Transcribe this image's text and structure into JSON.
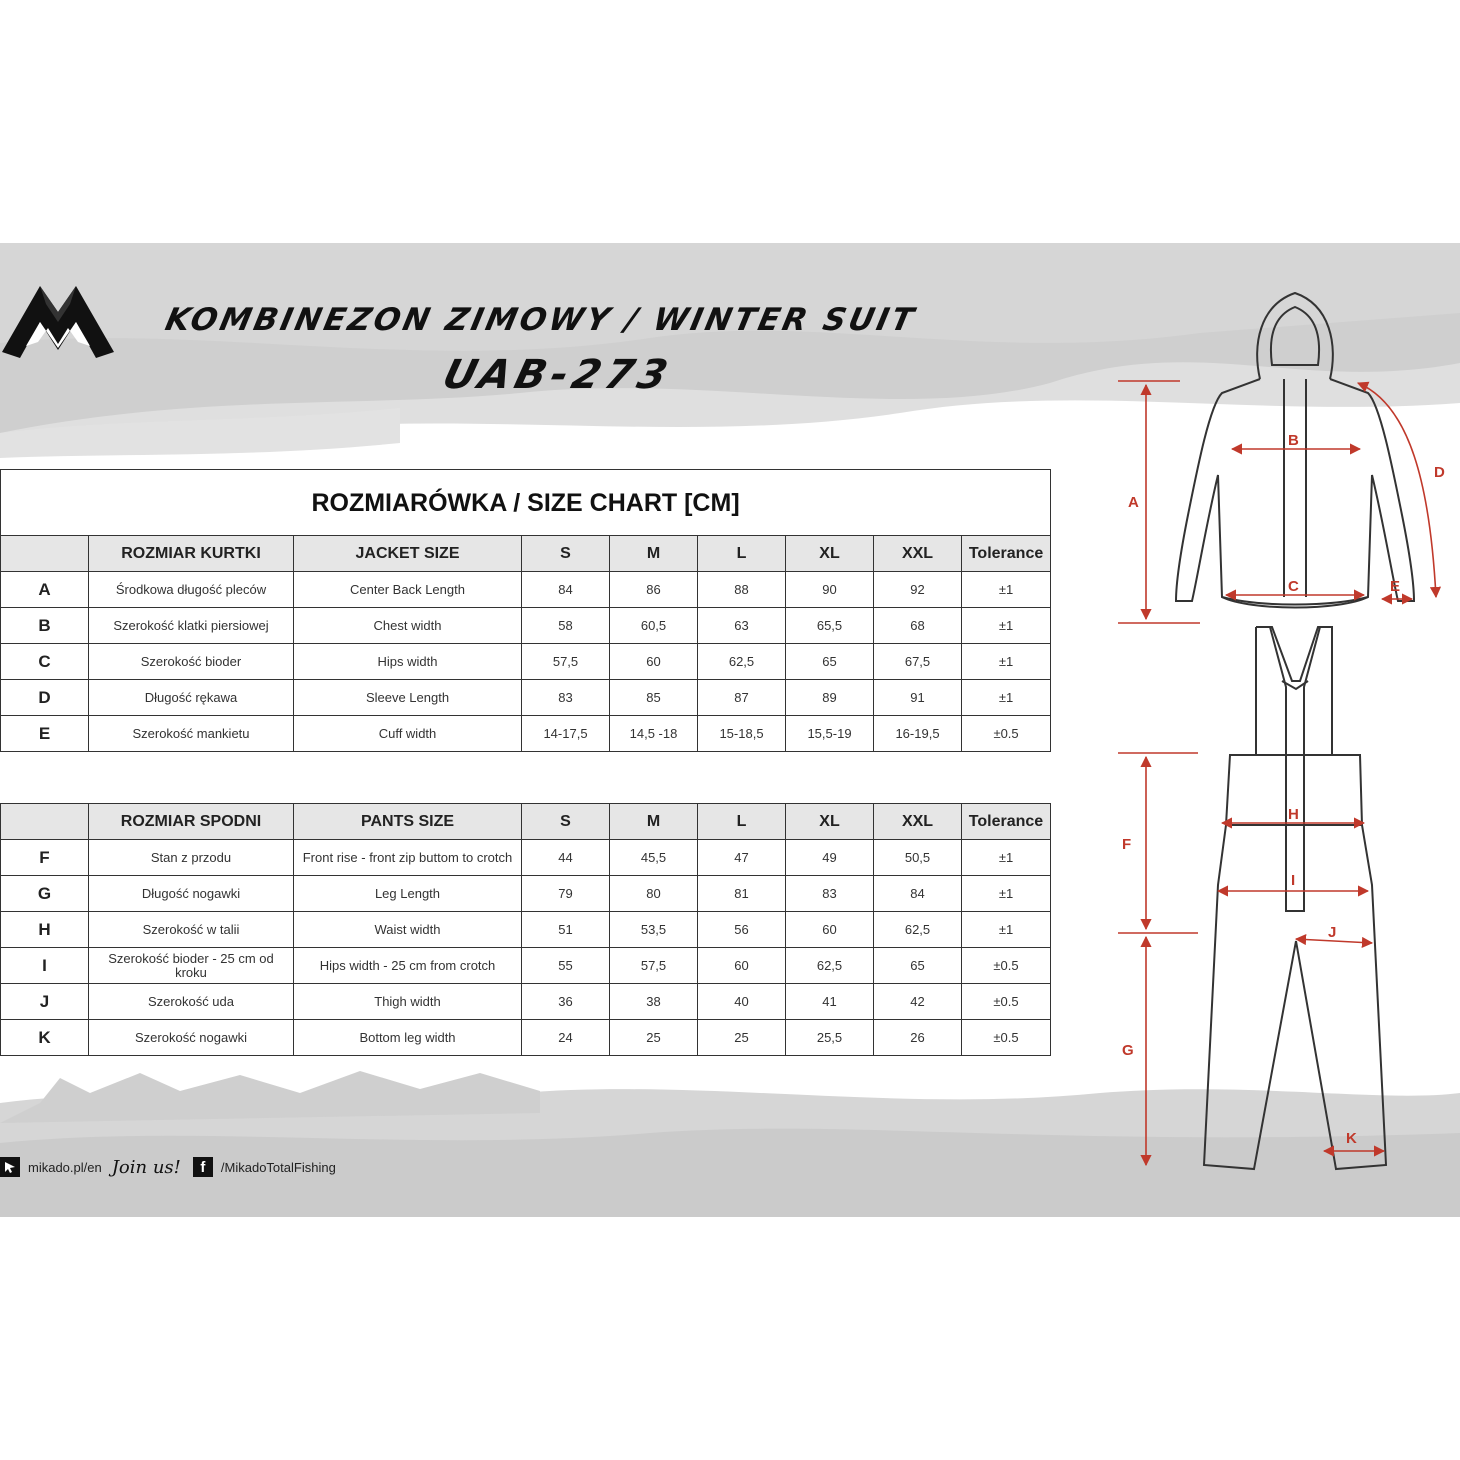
{
  "header": {
    "title": "KOMBINEZON ZIMOWY / WINTER SUIT",
    "model": "UAB-273",
    "logo": "mikado-logo"
  },
  "chart_title": "ROZMIARÓWKA / SIZE CHART [CM]",
  "jacket": {
    "headers": [
      "ROZMIAR KURTKI",
      "JACKET SIZE",
      "S",
      "M",
      "L",
      "XL",
      "XXL",
      "Tolerance"
    ],
    "rows": [
      {
        "letter": "A",
        "pl": "Środkowa długość pleców",
        "en": "Center Back Length",
        "values": [
          "84",
          "86",
          "88",
          "90",
          "92"
        ],
        "tol": "±1"
      },
      {
        "letter": "B",
        "pl": "Szerokość klatki piersiowej",
        "en": "Chest width",
        "values": [
          "58",
          "60,5",
          "63",
          "65,5",
          "68"
        ],
        "tol": "±1"
      },
      {
        "letter": "C",
        "pl": "Szerokość bioder",
        "en": "Hips width",
        "values": [
          "57,5",
          "60",
          "62,5",
          "65",
          "67,5"
        ],
        "tol": "±1"
      },
      {
        "letter": "D",
        "pl": "Długość rękawa",
        "en": "Sleeve Length",
        "values": [
          "83",
          "85",
          "87",
          "89",
          "91"
        ],
        "tol": "±1"
      },
      {
        "letter": "E",
        "pl": "Szerokość mankietu",
        "en": "Cuff width",
        "values": [
          "14-17,5",
          "14,5 -18",
          "15-18,5",
          "15,5-19",
          "16-19,5"
        ],
        "tol": "±0.5"
      }
    ]
  },
  "pants": {
    "headers": [
      "ROZMIAR SPODNI",
      "PANTS SIZE",
      "S",
      "M",
      "L",
      "XL",
      "XXL",
      "Tolerance"
    ],
    "rows": [
      {
        "letter": "F",
        "pl": "Stan z przodu",
        "en": "Front rise - front zip buttom to crotch",
        "values": [
          "44",
          "45,5",
          "47",
          "49",
          "50,5"
        ],
        "tol": "±1"
      },
      {
        "letter": "G",
        "pl": "Długość nogawki",
        "en": "Leg Length",
        "values": [
          "79",
          "80",
          "81",
          "83",
          "84"
        ],
        "tol": "±1"
      },
      {
        "letter": "H",
        "pl": "Szerokość w talii",
        "en": "Waist width",
        "values": [
          "51",
          "53,5",
          "56",
          "60",
          "62,5"
        ],
        "tol": "±1"
      },
      {
        "letter": "I",
        "pl": "Szerokość bioder - 25 cm od kroku",
        "en": "Hips width - 25 cm from crotch",
        "values": [
          "55",
          "57,5",
          "60",
          "62,5",
          "65"
        ],
        "tol": "±0.5"
      },
      {
        "letter": "J",
        "pl": "Szerokość uda",
        "en": "Thigh width",
        "values": [
          "36",
          "38",
          "40",
          "41",
          "42"
        ],
        "tol": "±0.5"
      },
      {
        "letter": "K",
        "pl": "Szerokość nogawki",
        "en": "Bottom leg width",
        "values": [
          "24",
          "25",
          "25",
          "25,5",
          "26"
        ],
        "tol": "±0.5"
      }
    ]
  },
  "diagram_labels": {
    "A": "A",
    "B": "B",
    "C": "C",
    "D": "D",
    "E": "E",
    "F": "F",
    "G": "G",
    "H": "H",
    "I": "I",
    "J": "J",
    "K": "K"
  },
  "footer": {
    "website": "mikado.pl/en",
    "join": "Join us!",
    "facebook": "/MikadoTotalFishing",
    "facebook_icon_letter": "f"
  },
  "colors": {
    "measure_red": "#c0392b",
    "header_gray": "#e6e6e6",
    "brush_gray": "#d3d3d3"
  }
}
